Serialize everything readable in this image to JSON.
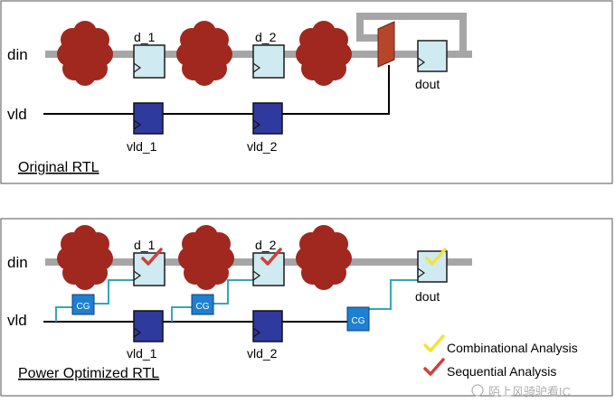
{
  "top_panel": {
    "caption": "Original RTL",
    "din_label": "din",
    "vld_label": "vld",
    "ff_data": [
      "d_1",
      "d_2",
      "dout"
    ],
    "ff_vld": [
      "vld_1",
      "vld_2"
    ]
  },
  "bottom_panel": {
    "caption": "Power Optimized RTL",
    "din_label": "din",
    "vld_label": "vld",
    "ff_data": [
      "d_1",
      "d_2",
      "dout"
    ],
    "ff_vld": [
      "vld_1",
      "vld_2"
    ],
    "cg_label": "CG"
  },
  "legend": {
    "combinational": "Combinational Analysis",
    "sequential": "Sequential Analysis"
  },
  "watermark": "陌上风骑驴看IC",
  "colors": {
    "wire_gray": "#a6a6a6",
    "cloud_red": "#a0281f",
    "ff_data_fill": "#cfeaf0",
    "ff_vld_fill": "#2e3a9e",
    "mux_fill": "#b5462a",
    "cg_fill": "#1f7fd1",
    "cg_wire": "#36a6b8",
    "check_yellow": "#f5e13a",
    "check_red": "#d2403a"
  }
}
